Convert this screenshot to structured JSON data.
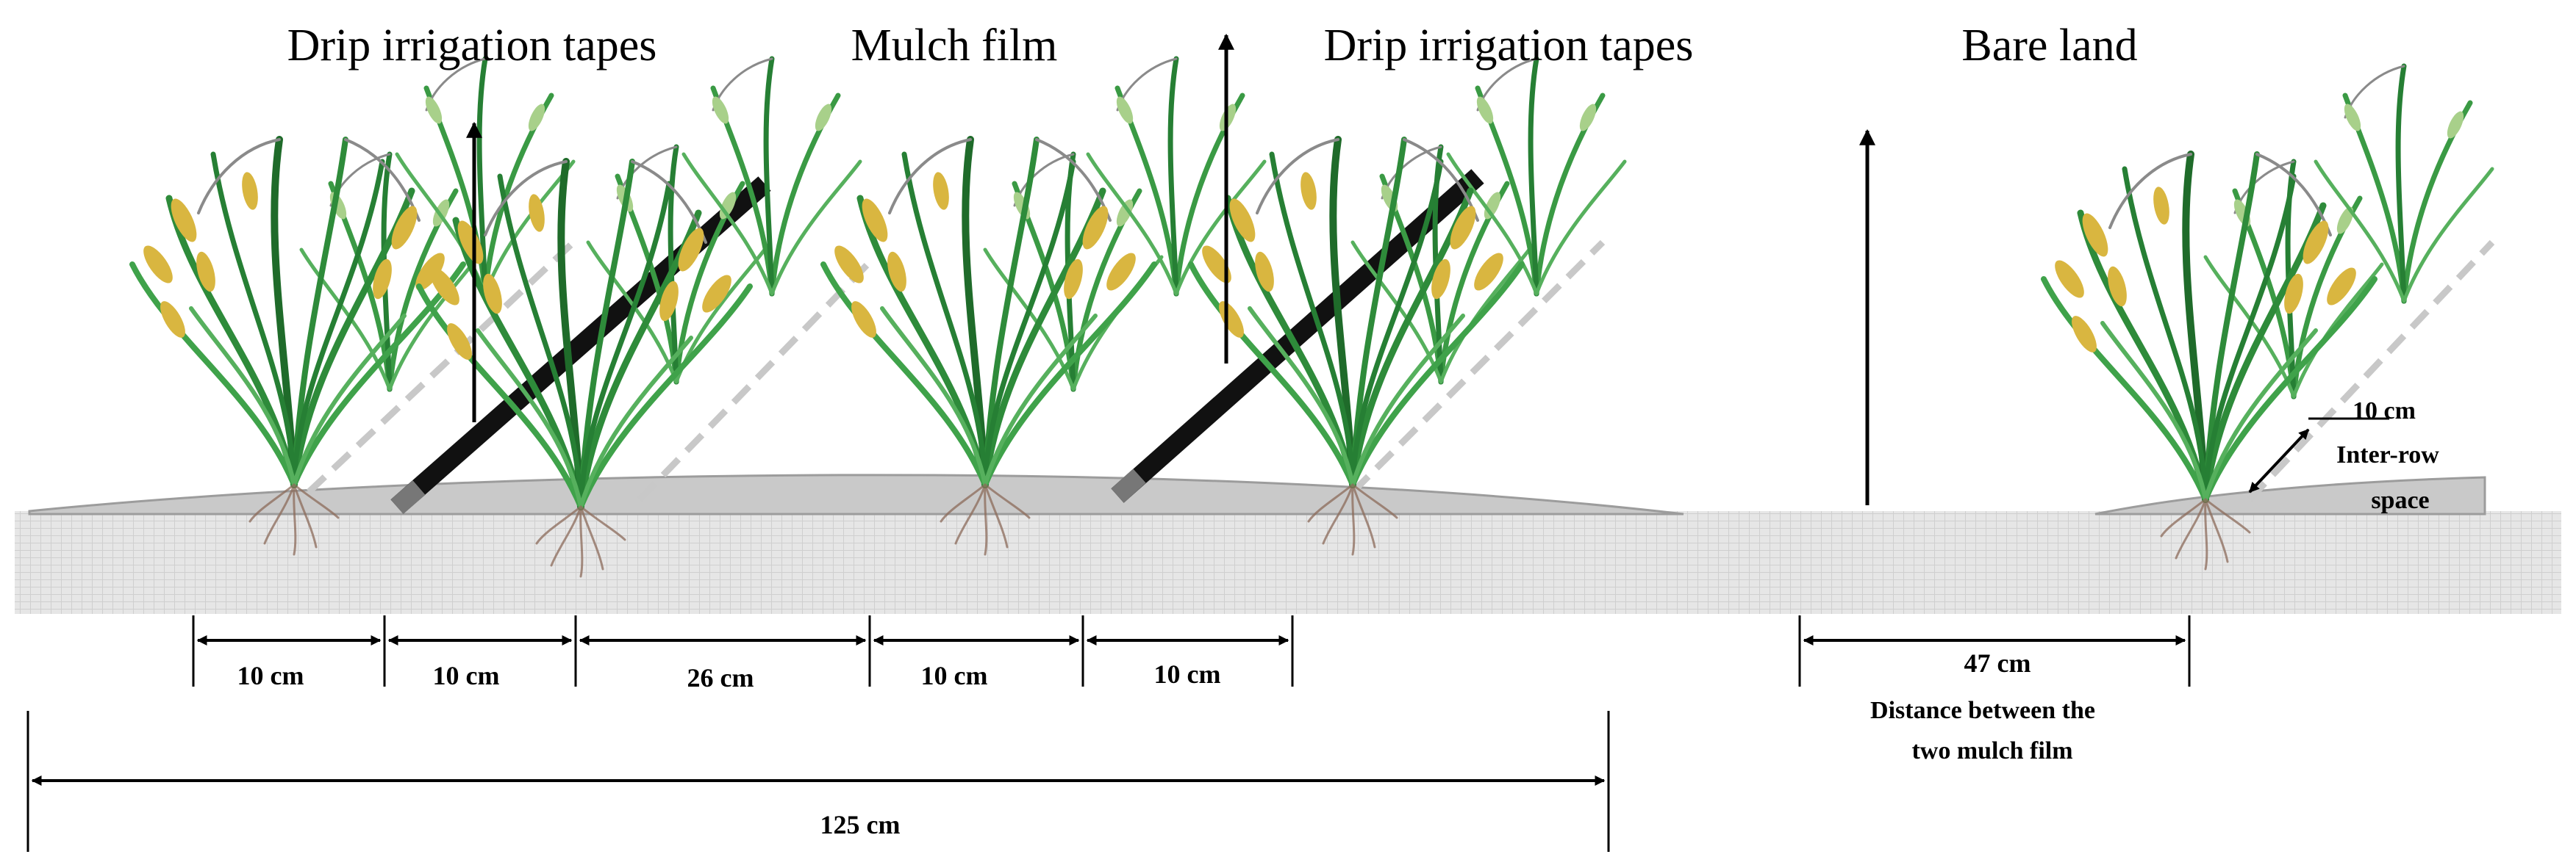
{
  "titles": {
    "drip_left": "Drip irrigation tapes",
    "mulch": "Mulch film",
    "drip_right": "Drip irrigation tapes",
    "bare": "Bare land"
  },
  "dimensions": {
    "d1": "10 cm",
    "d2": "10 cm",
    "d3": "26 cm",
    "d4": "10 cm",
    "d5": "10 cm",
    "total": "125 cm",
    "bare_width": "47 cm"
  },
  "notes": {
    "distance_line1": "Distance between the",
    "distance_line2": "two mulch film",
    "interrow_value": "10 cm",
    "interrow_line1": "Inter-row",
    "interrow_line2": "space"
  },
  "colors": {
    "leaf_green": "#2e8b3a",
    "leaf_dark": "#1f6b2a",
    "grain_gold": "#d9b640",
    "mulch_gray": "#c9c9c9",
    "soil_gray": "#e2e2e2",
    "tape_black": "#111111"
  }
}
